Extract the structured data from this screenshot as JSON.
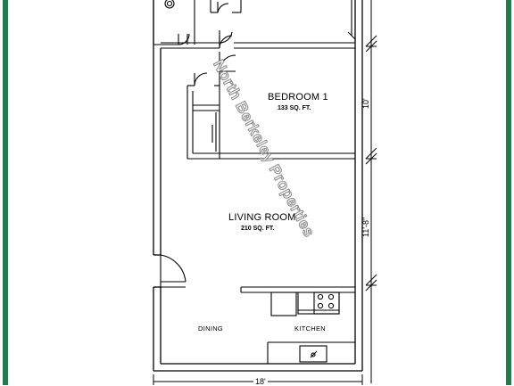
{
  "rooms": {
    "bedroom": {
      "name": "BEDROOM 1",
      "area": "133 SQ. FT."
    },
    "living": {
      "name": "LIVING ROOM",
      "area": "210 SQ. FT."
    },
    "dining": {
      "name": "DINING"
    },
    "kitchen": {
      "name": "KITCHEN"
    }
  },
  "dimensions": {
    "bedroom_depth": "10'",
    "living_depth": "11'-8\"",
    "width": "18'"
  },
  "watermark": "North Berkeley Properties",
  "colors": {
    "border": "#1f7a4d",
    "wall": "#000000",
    "watermark_outline": "#8a8a8a"
  }
}
